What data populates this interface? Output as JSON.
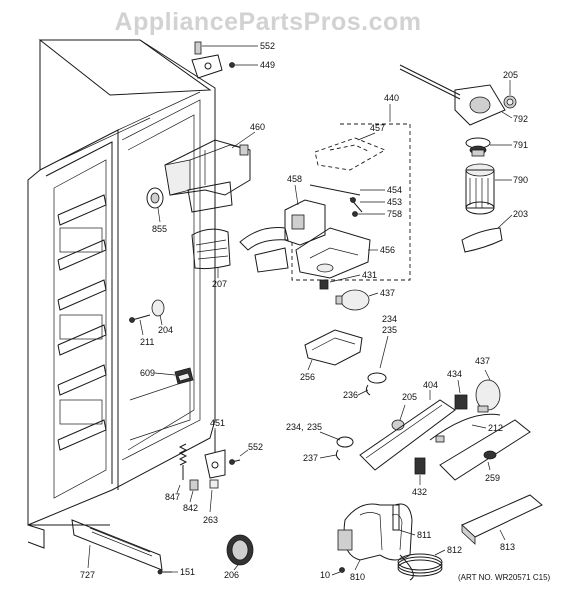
{
  "watermark": "AppliancePartsPros.com",
  "art_number": "(ART NO. WR20571 C15)",
  "callouts": {
    "c552a": "552",
    "c449": "449",
    "c440": "440",
    "c205a": "205",
    "c460": "460",
    "c457": "457",
    "c792": "792",
    "c791": "791",
    "c458": "458",
    "c454": "454",
    "c453": "453",
    "c758": "758",
    "c790": "790",
    "c855": "855",
    "c203": "203",
    "c456": "456",
    "c207": "207",
    "c431": "431",
    "c437a": "437",
    "c204": "204",
    "c211": "211",
    "c234a": "234",
    "c235a": "235",
    "c256": "256",
    "c609": "609",
    "c236": "236",
    "c404": "404",
    "c434": "434",
    "c437b": "437",
    "c205b": "205",
    "c451": "451",
    "c234b": "234,",
    "c235b": "235",
    "c212": "212",
    "c552b": "552",
    "c237": "237",
    "c259": "259",
    "c847": "847",
    "c842": "842",
    "c432": "432",
    "c263": "263",
    "c811": "811",
    "c727": "727",
    "c812": "812",
    "c813": "813",
    "c151": "151",
    "c206": "206",
    "c10": "10",
    "c810": "810"
  }
}
